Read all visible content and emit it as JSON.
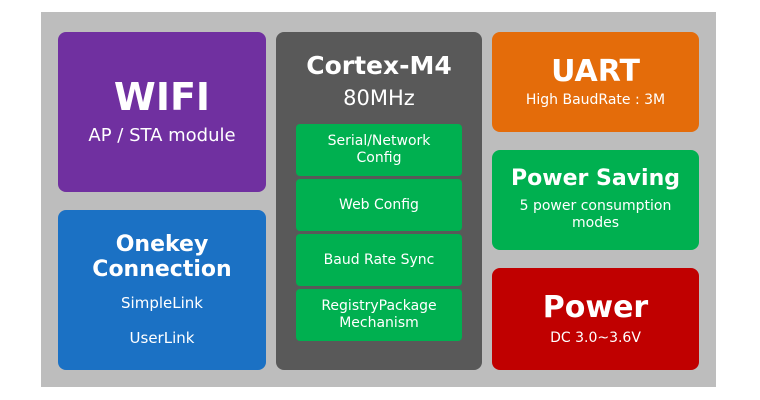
{
  "wifi": {
    "title": "WIFI",
    "subtitle": "AP / STA module",
    "color": "#7030a0"
  },
  "onekey": {
    "title": "Onekey Connection",
    "items": [
      "SimpleLink",
      "UserLink"
    ],
    "color": "#1b71c4"
  },
  "cpu": {
    "title": "Cortex-M4",
    "frequency": "80MHz",
    "color": "#595959",
    "features": [
      "Serial/Network\nConfig",
      "Web Config",
      "Baud Rate Sync",
      "RegistryPackage\nMechanism"
    ],
    "feature_color": "#00b050"
  },
  "uart": {
    "title": "UART",
    "subtitle": "High BaudRate : 3M",
    "color": "#e46c0a"
  },
  "power_saving": {
    "title": "Power Saving",
    "subtitle": "5 power consumption\nmodes",
    "color": "#00b050"
  },
  "power": {
    "title": "Power",
    "subtitle": "DC 3.0~3.6V",
    "color": "#c00000"
  }
}
